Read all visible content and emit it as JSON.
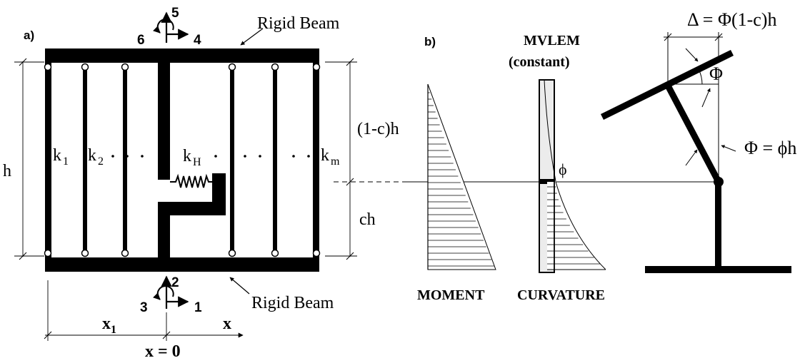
{
  "panel_a": {
    "label": "a)",
    "top_beam_label": "Rigid Beam",
    "bottom_beam_label": "Rigid Beam",
    "dof_top": {
      "up": "5",
      "left": "6",
      "right": "4"
    },
    "dof_bottom": {
      "up": "2",
      "left": "3",
      "right": "1"
    },
    "height_label": "h",
    "upper_label": "(1-c)h",
    "lower_label": "ch",
    "springs": {
      "k1": {
        "base": "k",
        "sub": "1"
      },
      "k2": {
        "base": "k",
        "sub": "2"
      },
      "kH": {
        "base": "k",
        "sub": "H"
      },
      "km": {
        "base": "k",
        "sub": "m"
      }
    },
    "x1": {
      "base": "x",
      "sub": "1"
    },
    "x_axis": "x",
    "origin": "x = 0"
  },
  "panel_b": {
    "label": "b)",
    "mvlem_title": "MVLEM",
    "mvlem_subtitle": "(constant)",
    "moment_label": "MOMENT",
    "curvature_label": "CURVATURE",
    "phi_small": "ϕ",
    "delta_eq": "Δ = Φ(1-c)h",
    "phi_big": "Φ",
    "phi_eq": "Φ = ϕh"
  },
  "colors": {
    "ink": "#000000",
    "background": "#ffffff",
    "mvlem_fill": "#ececec"
  }
}
